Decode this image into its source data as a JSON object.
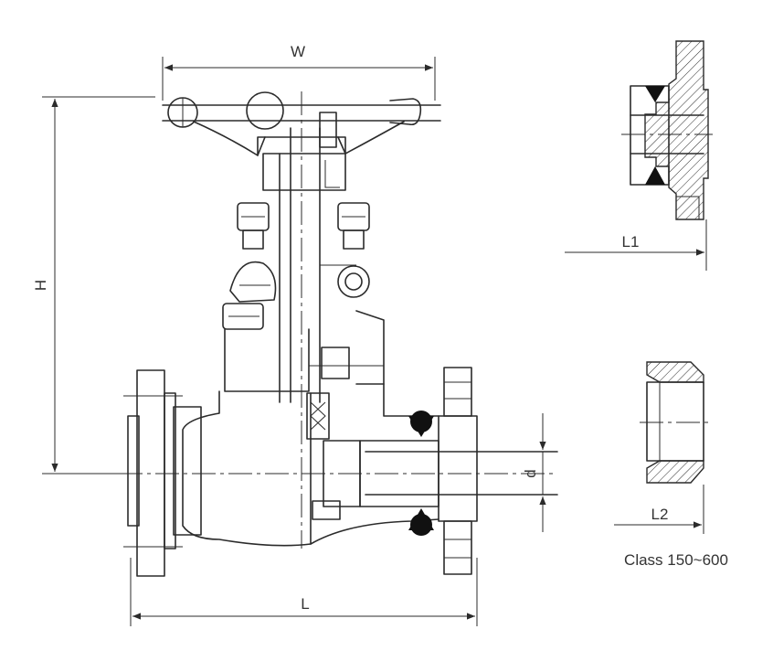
{
  "dimensions": {
    "width_label": "W",
    "height_label": "H",
    "length_label": "L",
    "bore_label": "d",
    "socket_length_label": "L1",
    "thread_length_label": "L2"
  },
  "caption": "Class 150~600"
}
